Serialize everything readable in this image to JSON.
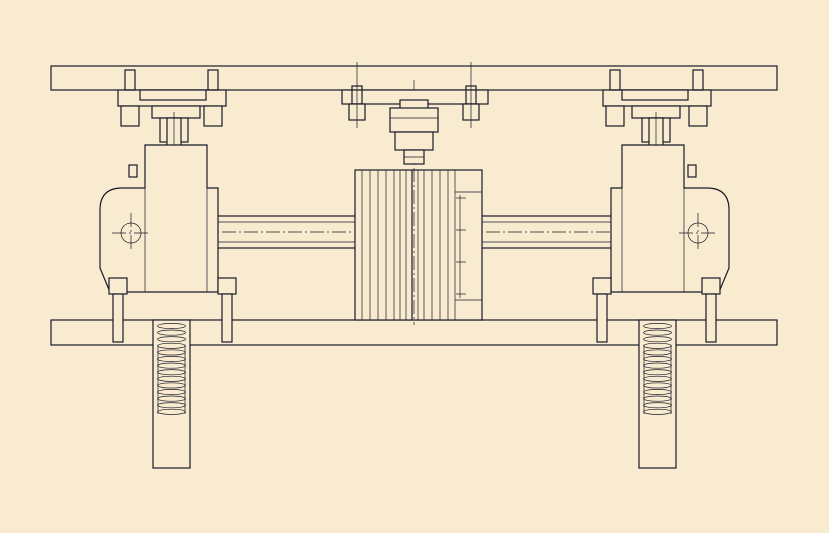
{
  "drawing": {
    "description_visible_text": "",
    "colors": {
      "paper": "#f8ebcf",
      "ink": "#1a1a2a"
    },
    "parts": {
      "top_plate": "top-plate",
      "base_plate": "base-plate",
      "center_cylinder": "center-cylinder",
      "guide_rod": "guide-rod",
      "support_blocks": [
        "left-support-block",
        "right-support-block"
      ],
      "springs": [
        "left-spring",
        "right-spring"
      ],
      "clamps": [
        "left-clamp",
        "center-clamp",
        "right-clamp"
      ]
    }
  }
}
